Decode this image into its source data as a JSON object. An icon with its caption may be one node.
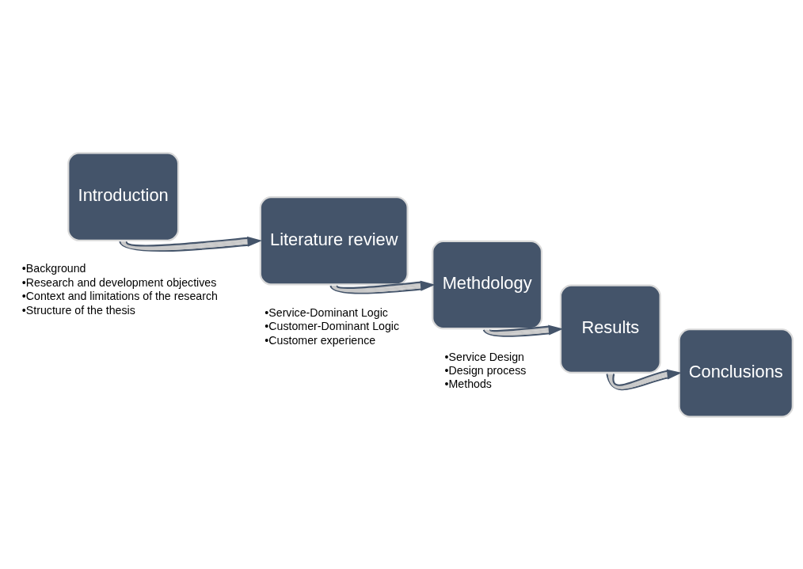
{
  "diagram": {
    "nodes": [
      {
        "text": [
          "Introduction"
        ],
        "beside": [
          "•Background",
          "•Research and development objectives",
          "•Context and limitations of the research",
          "•Structure of the thesis"
        ]
      },
      {
        "text": [
          "Literature review"
        ],
        "beside": [
          "•Service-Dominant Logic",
          "•Customer-Dominant Logic",
          "•Customer experience"
        ]
      },
      {
        "text": [
          "Methdology"
        ],
        "beside": [
          "•Service Design",
          "•Design process",
          "•Methods"
        ]
      },
      {
        "text": [
          "Results"
        ]
      },
      {
        "text": [
          "Conclusions"
        ]
      }
    ],
    "edges": [
      {
        "from": 0,
        "to": 1,
        "arrow": "to"
      },
      {
        "from": 1,
        "to": 2,
        "arrow": "to"
      },
      {
        "from": 2,
        "to": 3,
        "arrow": "to"
      },
      {
        "from": 3,
        "to": 4,
        "arrow": "to"
      }
    ]
  }
}
